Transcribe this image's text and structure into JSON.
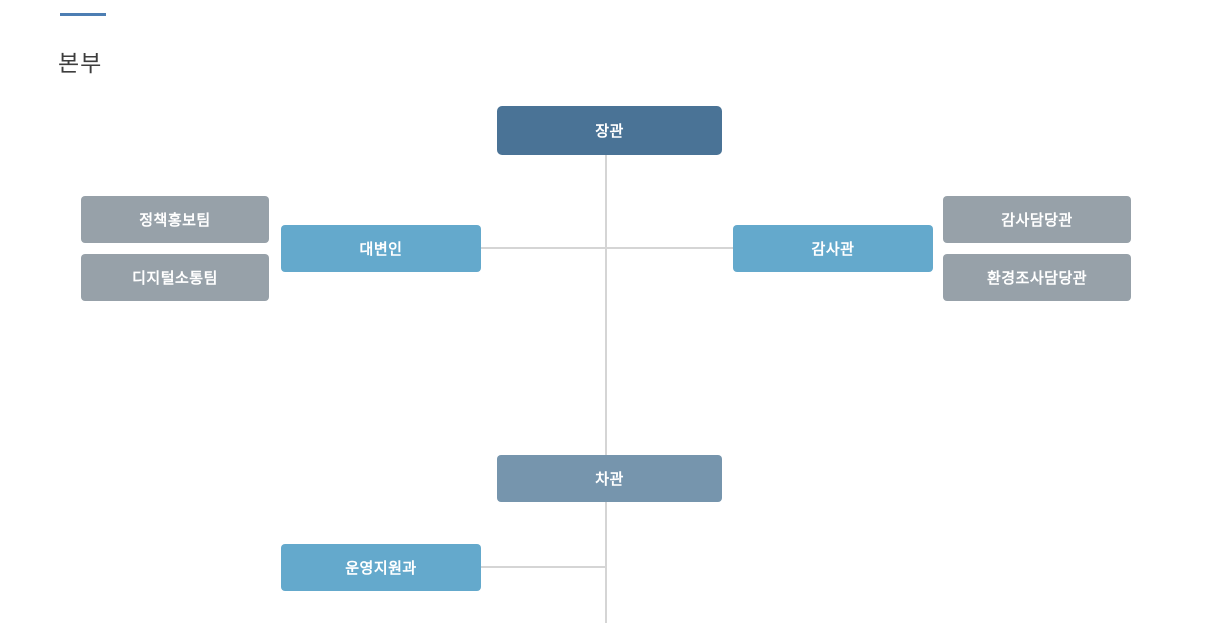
{
  "page": {
    "title": "본부"
  },
  "colors": {
    "title_accent": "#4d7eb3",
    "connector": "#d5d5d5",
    "minister": "#4a7396",
    "vice_minister": "#7695ad",
    "division": "#64a9cc",
    "team": "#97a1a9"
  },
  "org_chart": {
    "minister": {
      "label": "장관"
    },
    "vice_minister": {
      "label": "차관"
    },
    "spokesperson": {
      "label": "대변인",
      "teams": [
        "정책홍보팀",
        "디지털소통팀"
      ]
    },
    "auditor": {
      "label": "감사관",
      "teams": [
        "감사담당관",
        "환경조사담당관"
      ]
    },
    "support_division": {
      "label": "운영지원과"
    }
  }
}
